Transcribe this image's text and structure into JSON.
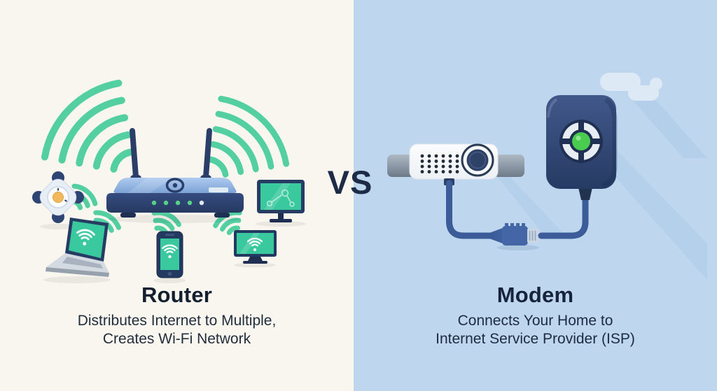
{
  "left_panel": {
    "title": "Router",
    "description_line1": "Distributes Internet to Multiple,",
    "description_line2": "Creates Wi-Fi Network",
    "background": "#F8F6EF",
    "illustration_icons": [
      "wireless-router-icon",
      "wifi-waves-icon",
      "smart-hub-icon",
      "laptop-icon",
      "smartphone-icon",
      "desktop-monitor-icon",
      "smart-tv-icon"
    ],
    "router_led_count": 5
  },
  "divider": {
    "vs_label": "VS"
  },
  "right_panel": {
    "title": "Modem",
    "description_line1": "Connects Your Home to",
    "description_line2": "Internet Service Provider (ISP)",
    "background": "#BED7EF",
    "illustration_icons": [
      "modem-icon",
      "wall-junction-box-icon",
      "ethernet-cable-icon",
      "rj45-connector-icon",
      "cloud-icon"
    ],
    "modem_status_light": "green"
  },
  "colors": {
    "wifi_green": "#53CFA2",
    "screen_green": "#3AC89E",
    "device_navy": "#273C63",
    "router_top_blue": "#8FB2DF",
    "led_green": "#58D187",
    "hub_center_amber": "#F2B85C",
    "cable_blue": "#3B5B99",
    "modem_body_navy": "#2E4167",
    "status_green": "#4ACC4F",
    "left_background": "#F8F6EF",
    "right_background": "#BED7EF"
  }
}
